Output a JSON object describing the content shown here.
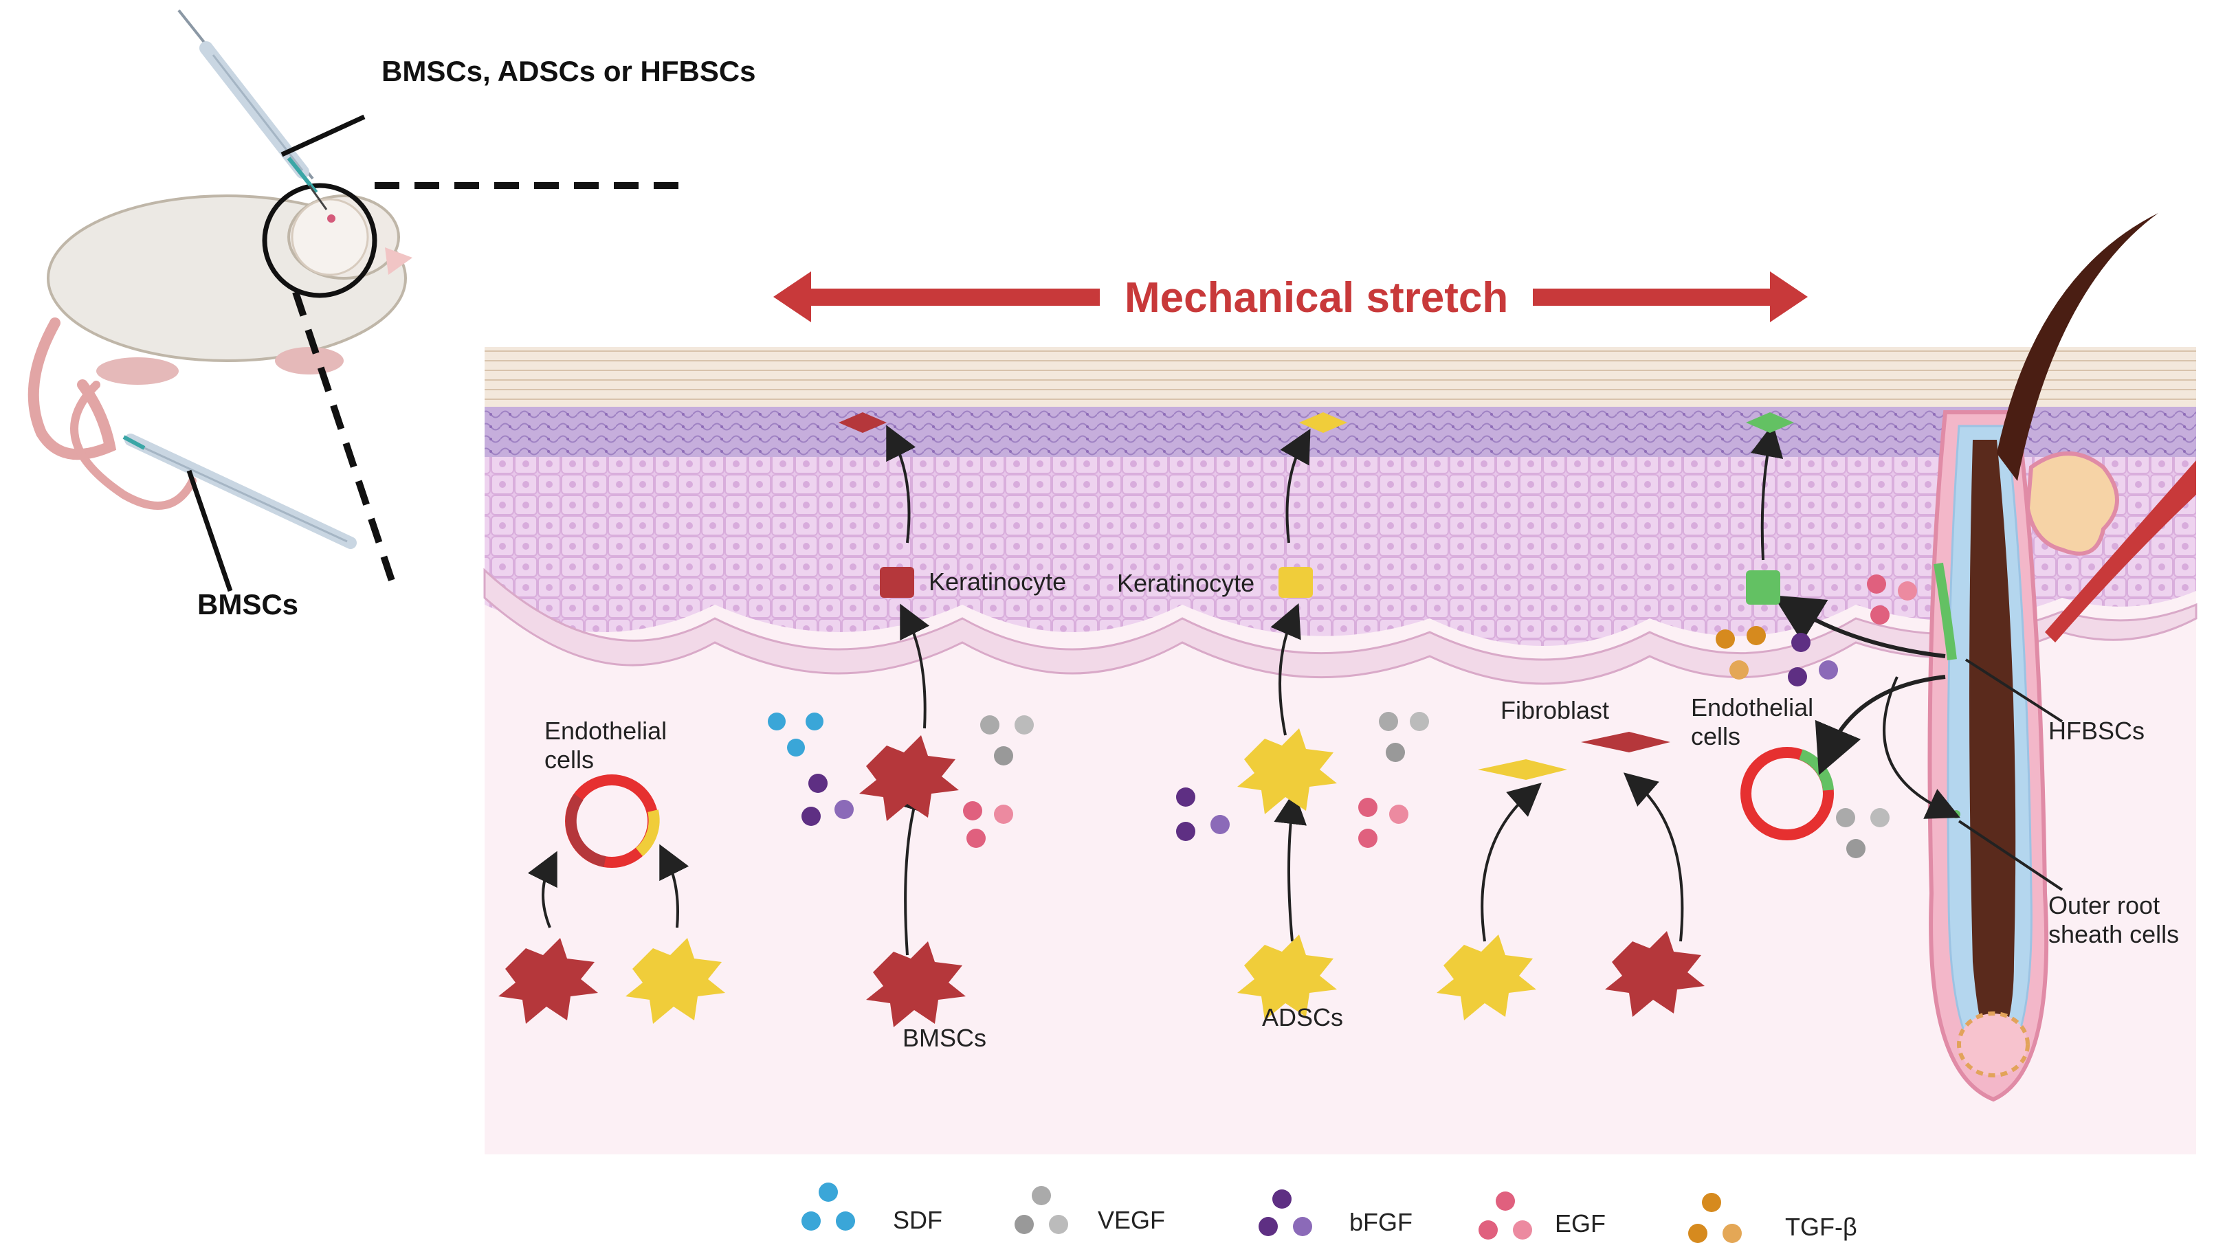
{
  "title": "Mechanical stretch",
  "mouse_labels": {
    "injection_top": "BMSCs, ADSCs or HFBSCs",
    "injection_tail": "BMSCs"
  },
  "cell_labels": {
    "endothelial_left": [
      "Endothelial",
      "cells"
    ],
    "keratinocyte_1": "Keratinocyte",
    "keratinocyte_2": "Keratinocyte",
    "bmscs": "BMSCs",
    "adscs": "ADSCs",
    "fibroblast": "Fibroblast",
    "endothelial_right": [
      "Endothelial",
      "cells"
    ],
    "hfbscs": "HFBSCs",
    "outer_root": [
      "Outer root",
      "sheath cells"
    ]
  },
  "legend": [
    {
      "label": "SDF",
      "color": "#3aa6d8"
    },
    {
      "label": "VEGF",
      "color": "#aaaaaa"
    },
    {
      "label": "bFGF",
      "color": "#5e2f83"
    },
    {
      "label": "EGF",
      "color": "#e0607e"
    },
    {
      "label": "TGF-β",
      "color": "#d68a1e"
    }
  ],
  "colors": {
    "bmsc": "#b5373b",
    "adsc": "#f0cd3a",
    "hfbsc": "#63c163",
    "stretch_arrow": "#c8393a",
    "dermis": "#fcf0f5",
    "epidermis": "#e9c5ea",
    "basal": "#f1d8e7",
    "stratum": "#c3a9da",
    "corneum": "#f1e6da",
    "hair": "#4a1e13"
  }
}
